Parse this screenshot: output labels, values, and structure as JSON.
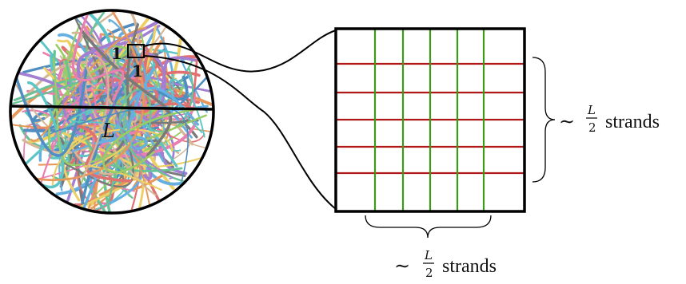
{
  "diagram": {
    "ball": {
      "patch_width_label": "1",
      "patch_height_label": "1",
      "diameter_label": "L"
    },
    "grid": {
      "vertical_strand_count": 5,
      "horizontal_strand_count": 5,
      "vertical_strand_color": "#3c9a17",
      "horizontal_strand_color": "#b01818"
    },
    "right_annotation": {
      "tilde": "∼",
      "numerator": "L",
      "denominator": "2",
      "unit": "strands"
    },
    "bottom_annotation": {
      "tilde": "∼",
      "numerator": "L",
      "denominator": "2",
      "unit": "strands"
    },
    "colors": {
      "outline": "#000000",
      "yarn": [
        "#d94a4a",
        "#3b9ad9",
        "#e8c23a",
        "#3fb07a",
        "#8a5cc7",
        "#e07a2e",
        "#2fb5b5",
        "#555555",
        "#e35a9c",
        "#7bbf3a",
        "#c9a27a",
        "#1f6fb0"
      ]
    }
  }
}
